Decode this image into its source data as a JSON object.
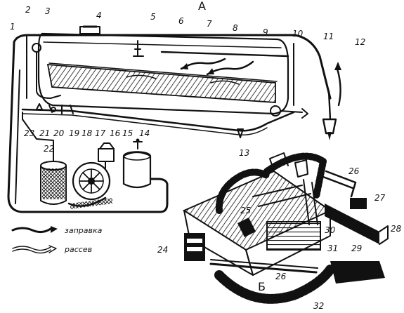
{
  "diagram": {
    "section_a": "А",
    "section_b": "Б",
    "callouts": [
      "1",
      "2",
      "3",
      "4",
      "5",
      "6",
      "7",
      "8",
      "9",
      "10",
      "11",
      "12",
      "13",
      "14",
      "15",
      "16",
      "17",
      "18",
      "19",
      "20",
      "21",
      "22",
      "23",
      "24",
      "25",
      "26",
      "26",
      "27",
      "28",
      "29",
      "30",
      "31",
      "32"
    ],
    "legend": {
      "refuel_label": "заправка",
      "spread_label": "рассев"
    }
  }
}
